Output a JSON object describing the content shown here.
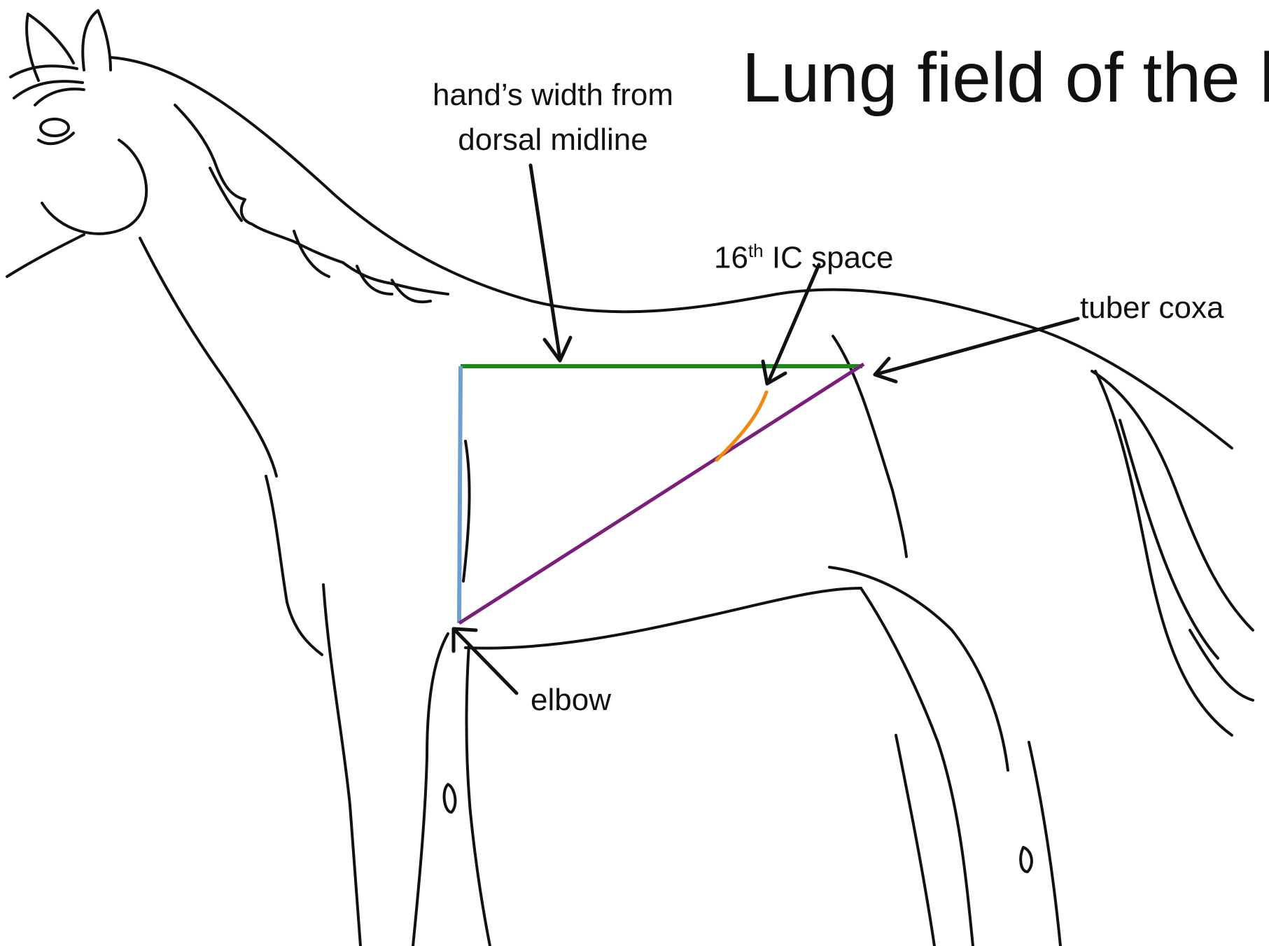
{
  "title": "Lung field of the horse",
  "labels": {
    "dorsal": [
      "hand’s width from",
      "dorsal midline"
    ],
    "ic_space": {
      "number": "16",
      "suffix": "th",
      "text": " IC space"
    },
    "tuber_coxa": "tuber coxa",
    "elbow": "elbow"
  },
  "colors": {
    "dorsal_line": "#1a8a1a",
    "vertical_line": "#6f9fd0",
    "diagonal_line": "#7a1f7a",
    "ic_curve": "#f08a10",
    "outline": "#111111"
  }
}
